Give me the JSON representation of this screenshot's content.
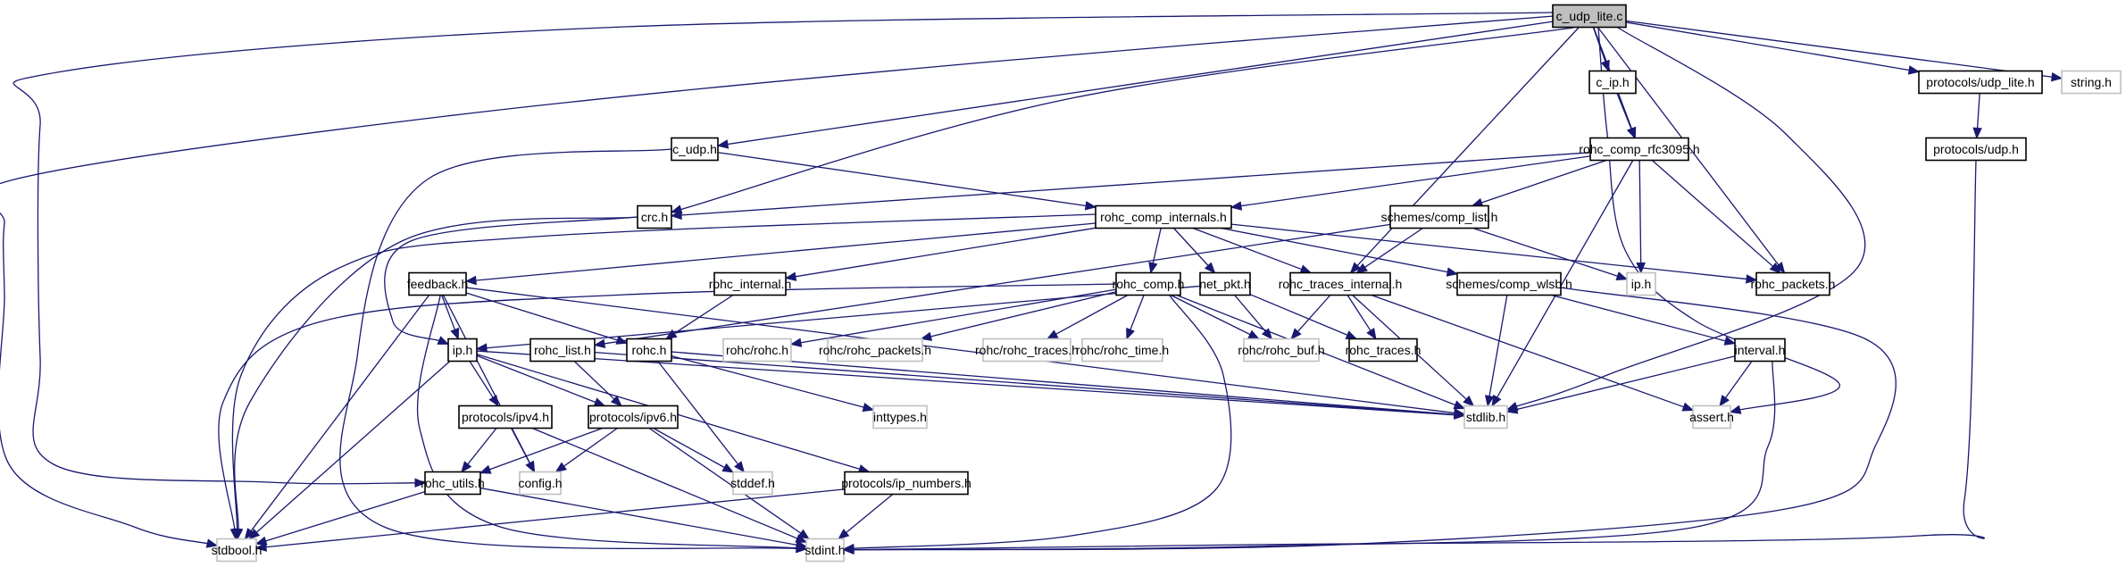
{
  "diagram": {
    "title": "c_udp_lite.c include dependency graph",
    "colors": {
      "edge": "#191970",
      "focus_fill": "#bfbfbf",
      "documented_border": "#000000",
      "external_border": "#bfbfbf"
    },
    "nodes": [
      {
        "id": "c_udp_lite_c",
        "label": "c_udp_lite.c",
        "kind": "focus"
      },
      {
        "id": "c_ip_h",
        "label": "c_ip.h",
        "kind": "documented"
      },
      {
        "id": "protocols_udp_lite_h",
        "label": "protocols/udp_lite.h",
        "kind": "documented"
      },
      {
        "id": "string_h",
        "label": "string.h",
        "kind": "external"
      },
      {
        "id": "c_udp_h",
        "label": "c_udp.h",
        "kind": "documented"
      },
      {
        "id": "rohc_comp_rfc3095_h",
        "label": "rohc_comp_rfc3095.h",
        "kind": "documented"
      },
      {
        "id": "protocols_udp_h",
        "label": "protocols/udp.h",
        "kind": "documented"
      },
      {
        "id": "crc_h",
        "label": "crc.h",
        "kind": "documented"
      },
      {
        "id": "rohc_comp_internals_h",
        "label": "rohc_comp_internals.h",
        "kind": "documented"
      },
      {
        "id": "schemes_comp_list_h",
        "label": "schemes/comp_list.h",
        "kind": "documented"
      },
      {
        "id": "ip_h_ext",
        "label": "ip.h",
        "kind": "external"
      },
      {
        "id": "rohc_packets_h",
        "label": "rohc_packets.h",
        "kind": "documented"
      },
      {
        "id": "feedback_h",
        "label": "feedback.h",
        "kind": "documented"
      },
      {
        "id": "rohc_internal_h",
        "label": "rohc_internal.h",
        "kind": "documented"
      },
      {
        "id": "rohc_comp_h",
        "label": "rohc_comp.h",
        "kind": "documented"
      },
      {
        "id": "net_pkt_h",
        "label": "net_pkt.h",
        "kind": "documented"
      },
      {
        "id": "rohc_traces_internal_h",
        "label": "rohc_traces_internal.h",
        "kind": "documented"
      },
      {
        "id": "schemes_comp_wlsb_h",
        "label": "schemes/comp_wlsb.h",
        "kind": "documented"
      },
      {
        "id": "ip_h",
        "label": "ip.h",
        "kind": "documented"
      },
      {
        "id": "rohc_list_h",
        "label": "rohc_list.h",
        "kind": "documented"
      },
      {
        "id": "rohc_h",
        "label": "rohc.h",
        "kind": "documented"
      },
      {
        "id": "rohc_rohc_h",
        "label": "rohc/rohc.h",
        "kind": "external"
      },
      {
        "id": "rohc_rohc_packets_h",
        "label": "rohc/rohc_packets.h",
        "kind": "external"
      },
      {
        "id": "rohc_rohc_traces_h",
        "label": "rohc/rohc_traces.h",
        "kind": "external"
      },
      {
        "id": "rohc_rohc_time_h",
        "label": "rohc/rohc_time.h",
        "kind": "external"
      },
      {
        "id": "rohc_rohc_buf_h",
        "label": "rohc/rohc_buf.h",
        "kind": "external"
      },
      {
        "id": "rohc_traces_h",
        "label": "rohc_traces.h",
        "kind": "documented"
      },
      {
        "id": "interval_h",
        "label": "interval.h",
        "kind": "documented"
      },
      {
        "id": "protocols_ipv4_h",
        "label": "protocols/ipv4.h",
        "kind": "documented"
      },
      {
        "id": "protocols_ipv6_h",
        "label": "protocols/ipv6.h",
        "kind": "documented"
      },
      {
        "id": "inttypes_h",
        "label": "inttypes.h",
        "kind": "external"
      },
      {
        "id": "stdlib_h",
        "label": "stdlib.h",
        "kind": "external"
      },
      {
        "id": "assert_h",
        "label": "assert.h",
        "kind": "external"
      },
      {
        "id": "rohc_utils_h",
        "label": "rohc_utils.h",
        "kind": "documented"
      },
      {
        "id": "config_h",
        "label": "config.h",
        "kind": "external"
      },
      {
        "id": "stddef_h",
        "label": "stddef.h",
        "kind": "external"
      },
      {
        "id": "protocols_ip_numbers_h",
        "label": "protocols/ip_numbers.h",
        "kind": "documented"
      },
      {
        "id": "stdbool_h",
        "label": "stdbool.h",
        "kind": "external"
      },
      {
        "id": "stdint_h",
        "label": "stdint.h",
        "kind": "external"
      }
    ],
    "edges": [
      [
        "c_udp_lite_c",
        "c_ip_h"
      ],
      [
        "c_udp_lite_c",
        "protocols_udp_lite_h"
      ],
      [
        "c_udp_lite_c",
        "string_h"
      ],
      [
        "c_udp_lite_c",
        "c_udp_h"
      ],
      [
        "c_udp_lite_c",
        "rohc_comp_rfc3095_h"
      ],
      [
        "c_udp_lite_c",
        "crc_h"
      ],
      [
        "c_udp_lite_c",
        "rohc_traces_internal_h"
      ],
      [
        "c_udp_lite_c",
        "rohc_packets_h"
      ],
      [
        "c_udp_lite_c",
        "rohc_utils_h"
      ],
      [
        "c_udp_lite_c",
        "stdlib_h"
      ],
      [
        "c_udp_lite_c",
        "assert_h"
      ],
      [
        "c_udp_lite_c",
        "stdbool_h"
      ],
      [
        "c_ip_h",
        "rohc_comp_rfc3095_h"
      ],
      [
        "protocols_udp_lite_h",
        "protocols_udp_h"
      ],
      [
        "protocols_udp_h",
        "stdint_h"
      ],
      [
        "c_udp_h",
        "rohc_comp_internals_h"
      ],
      [
        "c_udp_h",
        "stdint_h"
      ],
      [
        "rohc_comp_rfc3095_h",
        "rohc_comp_internals_h"
      ],
      [
        "rohc_comp_rfc3095_h",
        "schemes_comp_list_h"
      ],
      [
        "rohc_comp_rfc3095_h",
        "ip_h_ext"
      ],
      [
        "rohc_comp_rfc3095_h",
        "crc_h"
      ],
      [
        "rohc_comp_rfc3095_h",
        "rohc_packets_h"
      ],
      [
        "rohc_comp_rfc3095_h",
        "stdlib_h"
      ],
      [
        "crc_h",
        "ip_h"
      ],
      [
        "crc_h",
        "stdbool_h"
      ],
      [
        "rohc_comp_internals_h",
        "feedback_h"
      ],
      [
        "rohc_comp_internals_h",
        "rohc_internal_h"
      ],
      [
        "rohc_comp_internals_h",
        "rohc_comp_h"
      ],
      [
        "rohc_comp_internals_h",
        "net_pkt_h"
      ],
      [
        "rohc_comp_internals_h",
        "rohc_traces_internal_h"
      ],
      [
        "rohc_comp_internals_h",
        "schemes_comp_wlsb_h"
      ],
      [
        "rohc_comp_internals_h",
        "rohc_packets_h"
      ],
      [
        "rohc_comp_internals_h",
        "stdbool_h"
      ],
      [
        "schemes_comp_list_h",
        "rohc_list_h"
      ],
      [
        "schemes_comp_list_h",
        "rohc_traces_internal_h"
      ],
      [
        "schemes_comp_list_h",
        "ip_h_ext"
      ],
      [
        "feedback_h",
        "ip_h"
      ],
      [
        "feedback_h",
        "rohc_h"
      ],
      [
        "feedback_h",
        "stdint_h"
      ],
      [
        "feedback_h",
        "stdbool_h"
      ],
      [
        "feedback_h",
        "config_h"
      ],
      [
        "feedback_h",
        "stdlib_h"
      ],
      [
        "rohc_internal_h",
        "rohc_h"
      ],
      [
        "rohc_comp_h",
        "rohc_rohc_h"
      ],
      [
        "rohc_comp_h",
        "rohc_rohc_packets_h"
      ],
      [
        "rohc_comp_h",
        "rohc_rohc_traces_h"
      ],
      [
        "rohc_comp_h",
        "rohc_rohc_time_h"
      ],
      [
        "rohc_comp_h",
        "rohc_rohc_buf_h"
      ],
      [
        "rohc_comp_h",
        "stdlib_h"
      ],
      [
        "rohc_comp_h",
        "stdint_h"
      ],
      [
        "rohc_comp_h",
        "stdbool_h"
      ],
      [
        "net_pkt_h",
        "ip_h"
      ],
      [
        "net_pkt_h",
        "rohc_rohc_buf_h"
      ],
      [
        "net_pkt_h",
        "rohc_traces_h"
      ],
      [
        "rohc_traces_internal_h",
        "rohc_rohc_buf_h"
      ],
      [
        "rohc_traces_internal_h",
        "rohc_traces_h"
      ],
      [
        "rohc_traces_internal_h",
        "stdlib_h"
      ],
      [
        "rohc_traces_internal_h",
        "assert_h"
      ],
      [
        "schemes_comp_wlsb_h",
        "interval_h"
      ],
      [
        "schemes_comp_wlsb_h",
        "stdlib_h"
      ],
      [
        "schemes_comp_wlsb_h",
        "stdint_h"
      ],
      [
        "interval_h",
        "stdlib_h"
      ],
      [
        "interval_h",
        "assert_h"
      ],
      [
        "interval_h",
        "stdint_h"
      ],
      [
        "ip_h",
        "protocols_ipv4_h"
      ],
      [
        "ip_h",
        "protocols_ipv6_h"
      ],
      [
        "ip_h",
        "protocols_ip_numbers_h"
      ],
      [
        "ip_h",
        "stdlib_h"
      ],
      [
        "ip_h",
        "stdbool_h"
      ],
      [
        "rohc_list_h",
        "protocols_ipv6_h"
      ],
      [
        "rohc_list_h",
        "stdlib_h"
      ],
      [
        "rohc_h",
        "inttypes_h"
      ],
      [
        "rohc_h",
        "stddef_h"
      ],
      [
        "rohc_h",
        "stdlib_h"
      ],
      [
        "protocols_ipv4_h",
        "rohc_utils_h"
      ],
      [
        "protocols_ipv4_h",
        "config_h"
      ],
      [
        "protocols_ipv4_h",
        "stdint_h"
      ],
      [
        "protocols_ipv6_h",
        "rohc_utils_h"
      ],
      [
        "protocols_ipv6_h",
        "config_h"
      ],
      [
        "protocols_ipv6_h",
        "stddef_h"
      ],
      [
        "protocols_ipv6_h",
        "stdint_h"
      ],
      [
        "rohc_utils_h",
        "stdint_h"
      ],
      [
        "rohc_utils_h",
        "stdbool_h"
      ],
      [
        "protocols_ip_numbers_h",
        "stdint_h"
      ],
      [
        "protocols_ip_numbers_h",
        "stdbool_h"
      ]
    ]
  }
}
